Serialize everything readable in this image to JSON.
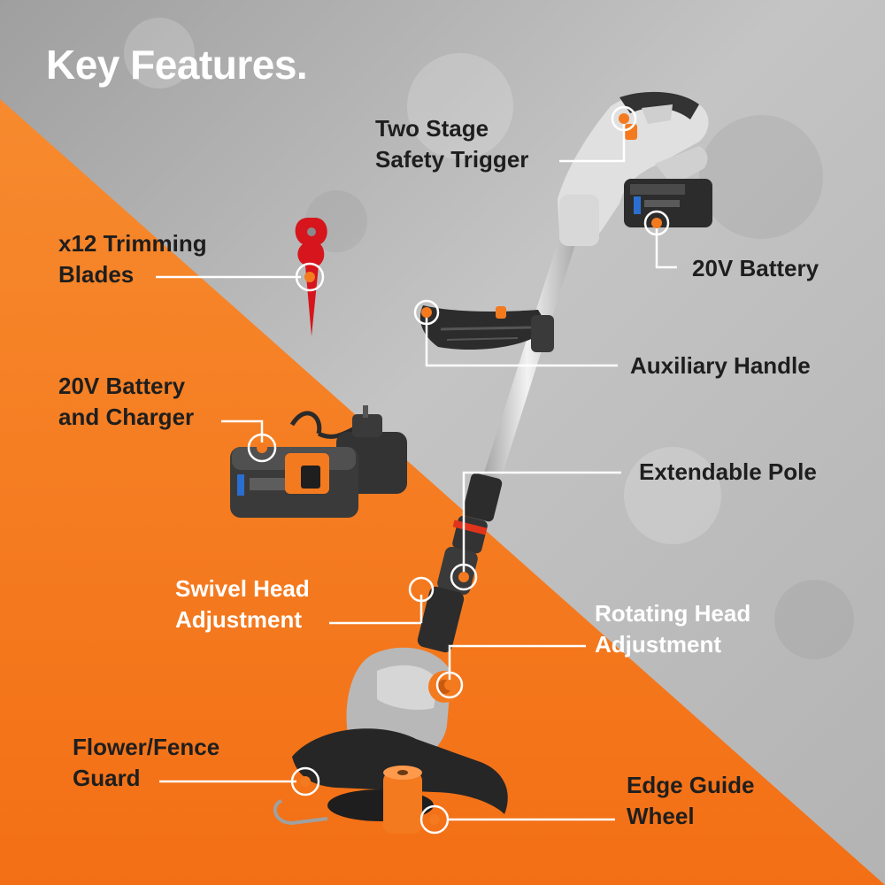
{
  "title": "Key Features.",
  "colors": {
    "orange": "#F47A1F",
    "concrete": "#BDBDBD",
    "label_dark": "#1E1E1E",
    "label_light": "#FFFFFF",
    "marker": "#F47A1F"
  },
  "features": {
    "two_stage_trigger": "Two Stage\nSafety Trigger",
    "battery_20v": "20V Battery",
    "trimming_blades": "x12 Trimming\nBlades",
    "auxiliary_handle": "Auxiliary Handle",
    "battery_and_charger": "20V Battery\nand Charger",
    "extendable_pole": "Extendable Pole",
    "swivel_head": "Swivel Head\nAdjustment",
    "rotating_head": "Rotating Head\nAdjustment",
    "flower_fence_guard": "Flower/Fence\nGuard",
    "edge_guide_wheel": "Edge Guide\nWheel"
  }
}
